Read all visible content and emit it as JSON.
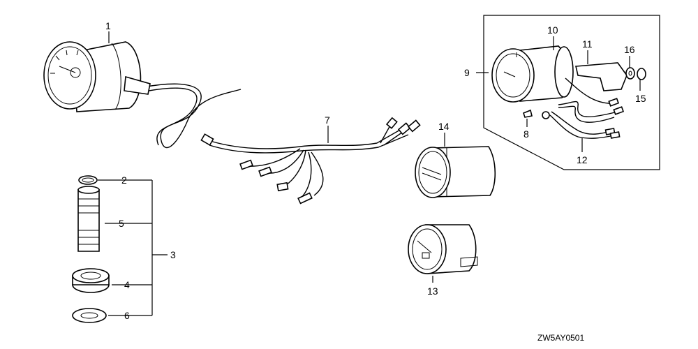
{
  "callouts": {
    "c1": "1",
    "c2": "2",
    "c3": "3",
    "c4": "4",
    "c5": "5",
    "c6": "6",
    "c7": "7",
    "c8": "8",
    "c9": "9",
    "c10": "10",
    "c11": "11",
    "c12": "12",
    "c13": "13",
    "c14": "14",
    "c15": "15",
    "c16": "16"
  },
  "diagram_code": "ZW5AY0501"
}
